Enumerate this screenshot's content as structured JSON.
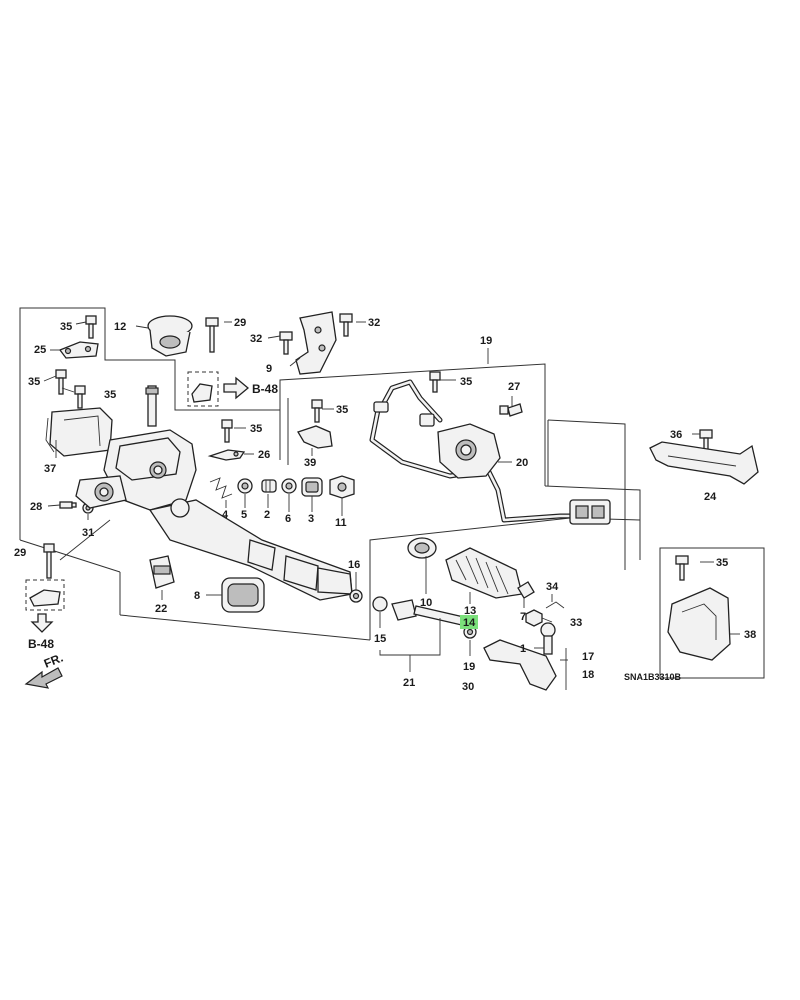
{
  "diagram": {
    "callouts": {
      "c1": "1",
      "c2": "2",
      "c3": "3",
      "c4": "4",
      "c5": "5",
      "c6": "6",
      "c7": "7",
      "c8": "8",
      "c9": "9",
      "c10": "10",
      "c11": "11",
      "c12": "12",
      "c13": "13",
      "c14": "14",
      "c15": "15",
      "c16": "16",
      "c17": "17",
      "c18": "18",
      "c19": "19",
      "c20": "20",
      "c21": "21",
      "c22": "22",
      "c24": "24",
      "c25": "25",
      "c26": "26",
      "c27": "27",
      "c28": "28",
      "c29a": "29",
      "c29b": "29",
      "c30": "30",
      "c31": "31",
      "c32a": "32",
      "c32b": "32",
      "c33": "33",
      "c34": "34",
      "c35a": "35",
      "c35b": "35",
      "c35c": "35",
      "c35d": "35",
      "c35e": "35",
      "c35f": "35",
      "c35g": "35",
      "c36": "36",
      "c37": "37",
      "c38": "38",
      "c39": "39"
    },
    "refs": {
      "b48_top": "B-48",
      "b48_bottom": "B-48"
    },
    "front_label": "FR.",
    "diagram_code": "SNA1B3310B",
    "highlight_color": "#7be07b"
  }
}
